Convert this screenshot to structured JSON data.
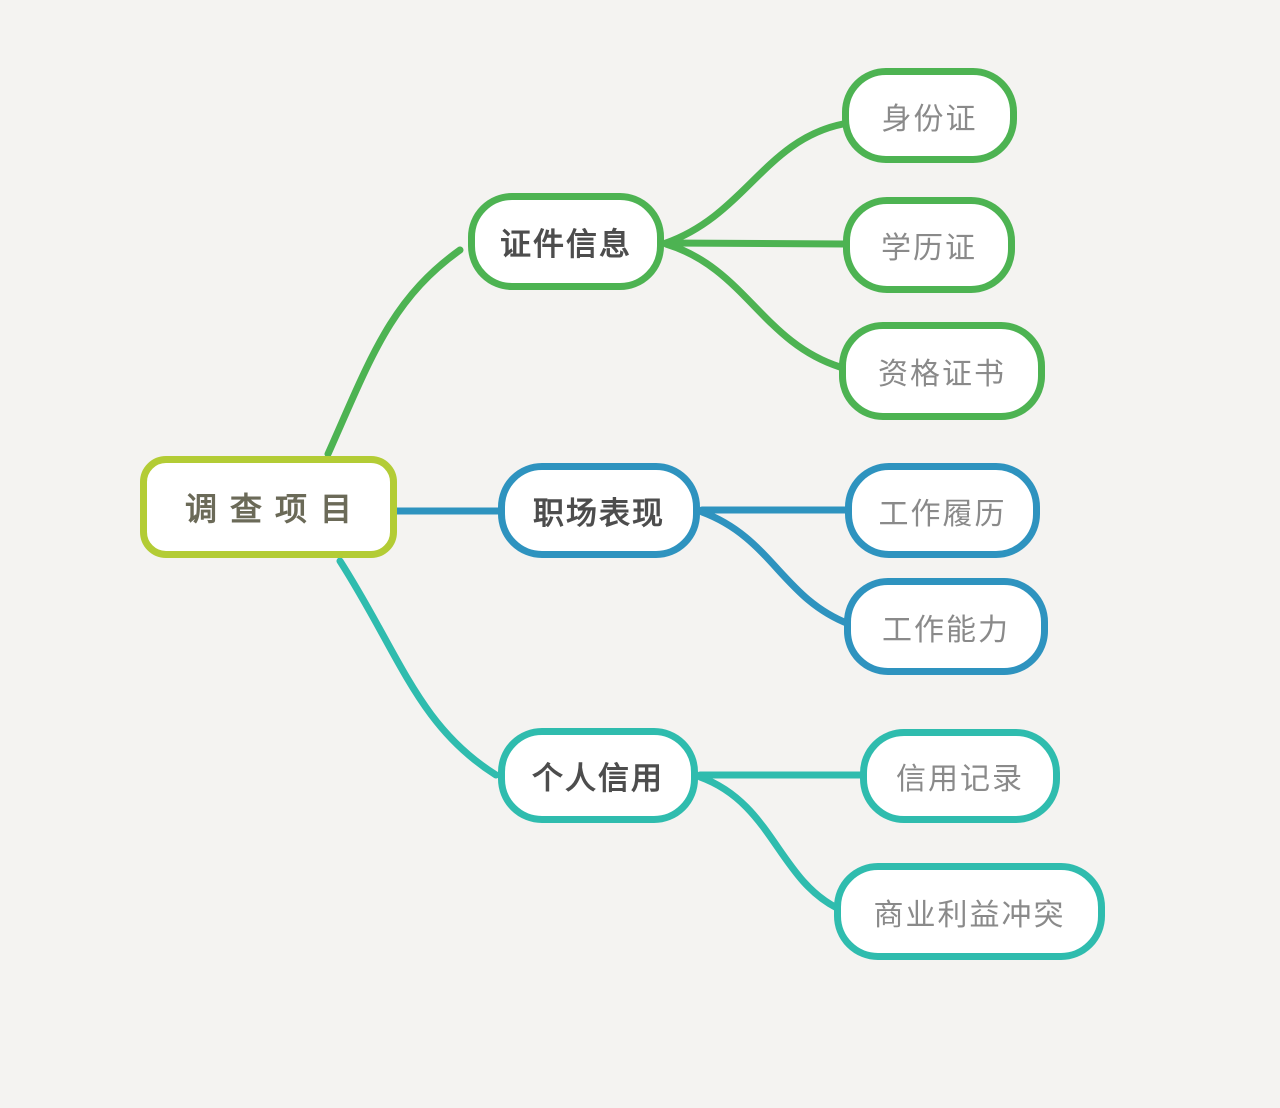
{
  "mindmap": {
    "background_color": "#f4f3f1",
    "root": {
      "label": "调查项目",
      "border_color": "#b3cc35",
      "text_color": "#6b6a58"
    },
    "branches": [
      {
        "label": "证件信息",
        "color": "#4db352",
        "children": [
          {
            "label": "身份证"
          },
          {
            "label": "学历证"
          },
          {
            "label": "资格证书"
          }
        ]
      },
      {
        "label": "职场表现",
        "color": "#2e93bf",
        "children": [
          {
            "label": "工作履历"
          },
          {
            "label": "工作能力"
          }
        ]
      },
      {
        "label": "个人信用",
        "color": "#2fbcae",
        "children": [
          {
            "label": "信用记录"
          },
          {
            "label": "商业利益冲突"
          }
        ]
      }
    ]
  }
}
